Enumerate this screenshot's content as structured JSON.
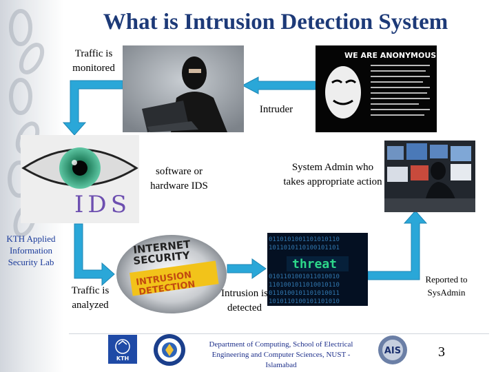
{
  "slide": {
    "title": "What is Intrusion Detection System",
    "page_number": "3"
  },
  "labels": {
    "traffic_monitored": "Traffic is monitored",
    "intruder": "Intruder",
    "software_ids": "software or hardware IDS",
    "sysadmin": "System Admin who takes appropriate action",
    "kth_side": "KTH Applied Information Security Lab",
    "traffic_analyzed": "Traffic is analyzed",
    "intrusion_detected": "Intrusion is detected",
    "reported": "Reported to SysAdmin"
  },
  "images": {
    "anonymous_headline": "WE ARE ANONYMOUS",
    "ids_text": "IDS",
    "disc_line1": "INTERNET",
    "disc_line2": "SECURITY",
    "disc_line3": "INTRUSION",
    "disc_line4": "DETECTION",
    "threat_word": "threat",
    "kth_logo_text": "KTH",
    "ais_logo_text": "AIS"
  },
  "footer": {
    "department": "Department of Computing, School of Electrical Engineering and Computer Sciences, NUST - Islamabad"
  },
  "colors": {
    "title": "#1d3a78",
    "arrow": "#2aa7d8",
    "kth_blue": "#1a3a9a"
  }
}
